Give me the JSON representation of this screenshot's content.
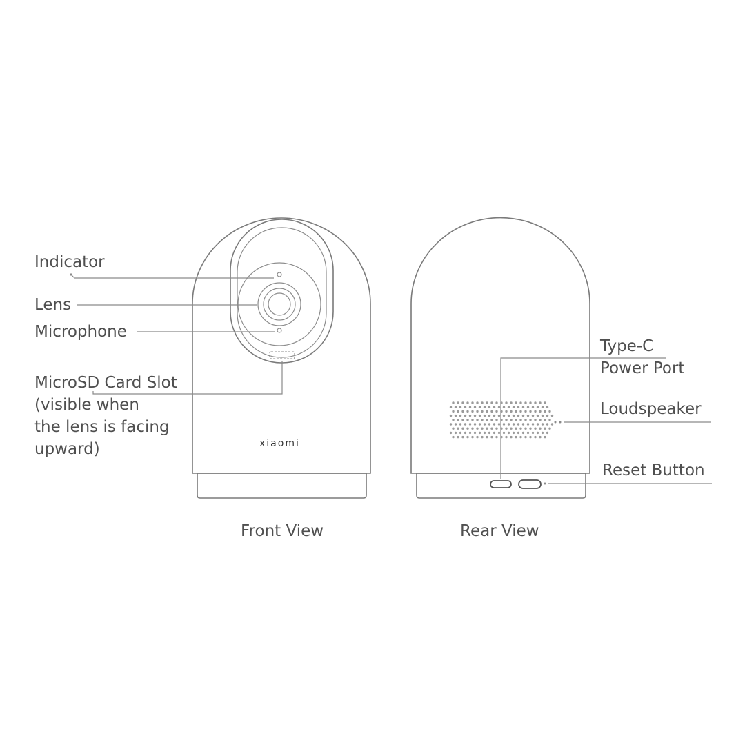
{
  "front": {
    "indicator": "Indicator",
    "lens": "Lens",
    "microphone": "Microphone",
    "microsd_lines": [
      "MicroSD Card Slot",
      "(visible when",
      "the lens is facing",
      "upward)"
    ],
    "brand": "xiaomi",
    "caption": "Front View"
  },
  "rear": {
    "typec_lines": [
      "Type-C",
      "Power Port"
    ],
    "loudspeaker": "Loudspeaker",
    "reset": "Reset Button",
    "caption": "Rear View"
  }
}
